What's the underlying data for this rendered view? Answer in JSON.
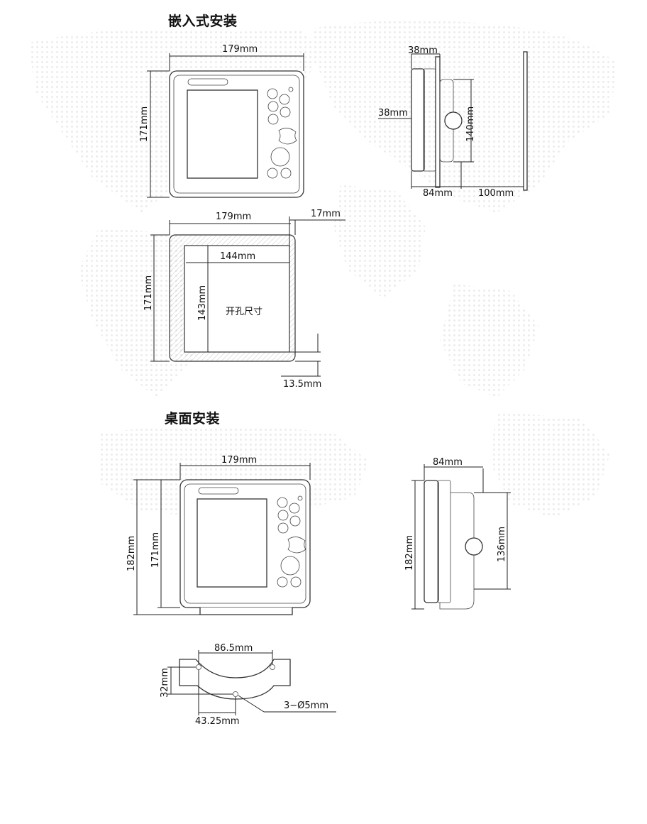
{
  "sections": {
    "flush_title": "嵌入式安装",
    "desk_title": "桌面安装"
  },
  "flush_front": {
    "width": "179mm",
    "height": "171mm"
  },
  "flush_side": {
    "top_depth": "38mm",
    "bracket_offset": "38mm",
    "height": "140mm",
    "depth": "84mm",
    "clearance": "100mm"
  },
  "cutout": {
    "width": "179mm",
    "margin": "17mm",
    "inner_width": "144mm",
    "height": "171mm",
    "inner_height": "143mm",
    "label": "开孔尺寸",
    "bottom_margin": "13.5mm"
  },
  "desk_front": {
    "width": "179mm",
    "total_height": "182mm",
    "height": "171mm"
  },
  "desk_side": {
    "depth": "84mm",
    "total_height": "182mm",
    "bracket_height": "136mm"
  },
  "bracket": {
    "width": "86.5mm",
    "height": "32mm",
    "half_width": "43.25mm",
    "holes": "3−Ø5mm"
  }
}
